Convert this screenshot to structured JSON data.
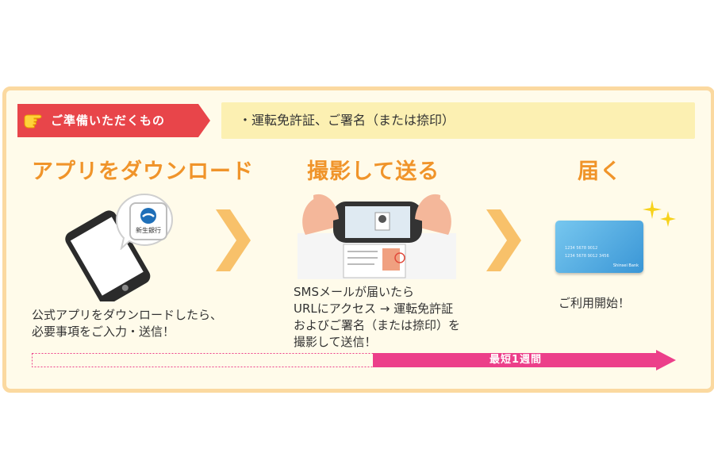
{
  "prep": {
    "tag_label": "ご準備いただくもの",
    "items_text": "・運転免許証、ご署名（または捺印）"
  },
  "steps": [
    {
      "title": "アプリをダウンロード",
      "description": "公式アプリをダウンロードしたら、\n必要事項をご入力・送信！"
    },
    {
      "title": "撮影して送る",
      "description": "SMSメールが届いたら\nURLにアクセス → 運転免許証\nおよびご署名（または捺印）を\n撮影して送信！"
    },
    {
      "title": "届く",
      "description": "ご利用開始！"
    }
  ],
  "app_icon": {
    "label": "新生銀行"
  },
  "card": {
    "number_line1": "1234 5678 9012",
    "number_line2": "1234 5678 9012 3456",
    "brand": "Shinsei Bank"
  },
  "timeline": {
    "label": "最短1週間"
  },
  "colors": {
    "orange": "#f0942a",
    "pink": "#ec3f8a",
    "tag_red": "#e8454a",
    "frame": "#fbd9a0",
    "cream": "#fcf0b2",
    "card_blue": "#4aa8de"
  },
  "icons": [
    "hand-pointing-icon",
    "smartphone-icon",
    "speech-bubble-icon",
    "camera-phone-icon",
    "id-card-icon",
    "chevron-right-icon",
    "card-icon",
    "sparkle-icon",
    "arrow-right-icon"
  ]
}
